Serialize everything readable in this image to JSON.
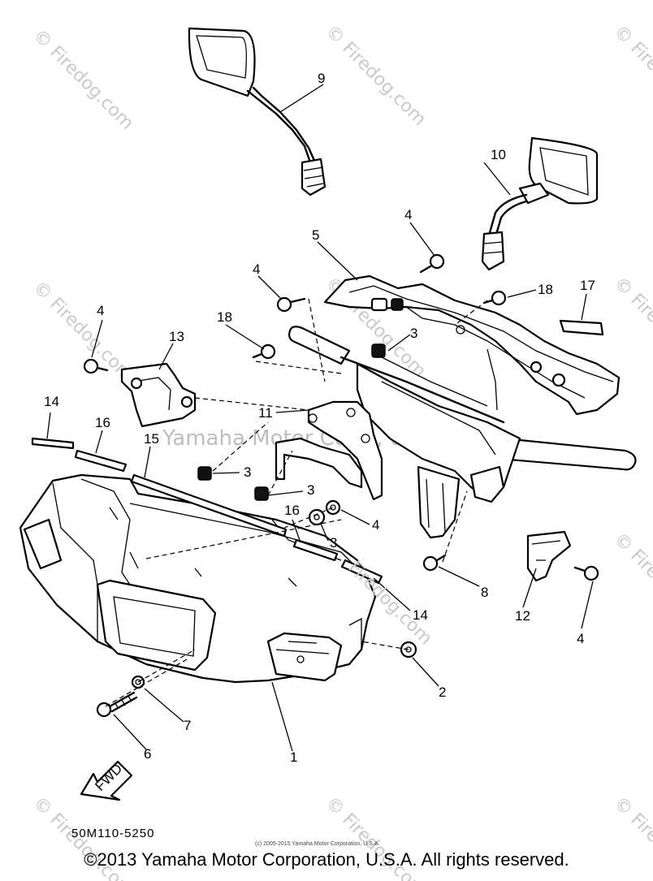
{
  "watermarks": {
    "tile_text": "© Firedog.com",
    "center_text": "Yamaha Motor Corp., U.S.A.",
    "front_text": "Firedog.com"
  },
  "callouts": [
    "9",
    "10",
    "4",
    "5",
    "4",
    "18",
    "17",
    "4",
    "13",
    "18",
    "3",
    "11",
    "14",
    "16",
    "15",
    "3",
    "3",
    "16",
    "4",
    "3",
    "14",
    "8",
    "12",
    "4",
    "2",
    "7",
    "6",
    "1"
  ],
  "fwd_label": "FWD",
  "diagram_code": "50M110-5250",
  "small_copyright": "(c) 2005-2015 Yamaha Motor Corporation, U.S.A.",
  "copyright": "©2013 Yamaha Motor Corporation, U.S.A. All rights reserved."
}
